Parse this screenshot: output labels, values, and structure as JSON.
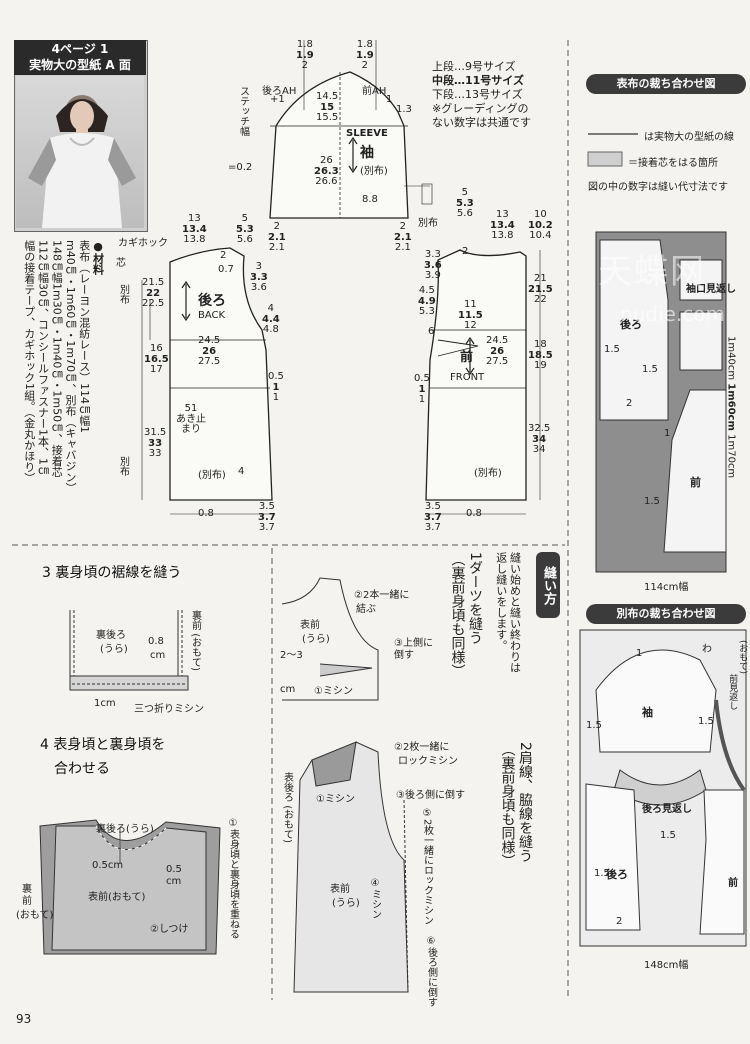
{
  "header": {
    "line1": "4ページ 1",
    "line2": "実物大の型紙 A 面"
  },
  "materials": {
    "heading": "●材料",
    "lines": [
      "表布（レーヨン混紡レース）114㎝幅1",
      "m40㎝・1m60㎝・1m70㎝、別布（キャバジン）",
      "148㎝幅1m30㎝・1m40㎝・1m50㎝、接着芯",
      "112㎝幅30㎝、コンシールファスナー1本、1㎝",
      "幅の接着テープ、カギホック1組。（金丸かほり）"
    ]
  },
  "size_legend": {
    "l1": "上段…9号サイズ",
    "l2": "中段…11号サイズ",
    "l3": "下段…13号サイズ",
    "l4": "※グレーディングの",
    "l5": "ない数字は共通です"
  },
  "sleeve": {
    "label": "SLEEVE",
    "jp": "袖",
    "cloth": "(別布)",
    "back_ah": "後ろAH",
    "front_ah": "前AH",
    "plus1": "+1",
    "stitch": "ステッチ幅",
    "stitch_val": "=0.2",
    "t1a": "1.8",
    "t1b": "1.9",
    "t1c": "2",
    "t2a": "1.8",
    "t2b": "1.9",
    "t2c": "2",
    "h1": "14.5",
    "h2": "15",
    "h3": "15.5",
    "w1": "26",
    "w2": "26.3",
    "w3": "26.6",
    "r13": "1.3",
    "c1": "1",
    "c88": "8.8",
    "ll1": "2",
    "ll2": "2.1",
    "ll3": "2.1",
    "rl1": "2",
    "rl2": "2.1",
    "rl3": "2.1"
  },
  "back": {
    "jp": "後ろ",
    "en": "BACK",
    "hook": "カギホック",
    "core": "芯",
    "bef": "別布",
    "top1": "13",
    "top2": "13.4",
    "top3": "13.8",
    "sh1": "5",
    "sh2": "5.3",
    "sh3": "5.6",
    "n07": "0.7",
    "n2": "2",
    "as1": "3",
    "as2": "3.3",
    "as3": "3.6",
    "a1": "21.5",
    "a2": "22",
    "a3": "22.5",
    "w1": "16",
    "w2": "16.5",
    "w3": "17",
    "bw1": "24.5",
    "bw2": "26",
    "bw3": "27.5",
    "s1": "4",
    "s2": "4.4",
    "s3": "4.8",
    "sd1": "0.5",
    "sd2": "1",
    "sd3": "1",
    "l1": "31.5",
    "l2": "33",
    "l3": "33",
    "open1": "51",
    "open2": "あき止",
    "open3": "まり",
    "bef2": "(別布)",
    "hem4": "4",
    "b08": "0.8",
    "b35": "3.5",
    "b37": "3.7",
    "b37b": "3.7",
    "bef3": "別布"
  },
  "front": {
    "jp": "前",
    "en": "FRONT",
    "bef": "(別布)",
    "bef2": "別布",
    "top1": "13",
    "top2": "13.4",
    "top3": "13.8",
    "sh1": "5",
    "sh2": "5.3",
    "sh3": "5.6",
    "c10a": "10",
    "c10b": "10.2",
    "c10c": "10.4",
    "n2": "2",
    "l33": "3.3",
    "l36": "3.6",
    "l39": "3.9",
    "l45": "4.5",
    "l49": "4.9",
    "l53": "5.3",
    "a1": "21",
    "a2": "21.5",
    "a3": "22",
    "d1": "11",
    "d2": "11.5",
    "d3": "12",
    "fw1": "24.5",
    "fw2": "26",
    "fw3": "27.5",
    "k6": "6",
    "s1": "18",
    "s2": "18.5",
    "s3": "19",
    "l1": "32.5",
    "l2": "34",
    "l3": "34",
    "r05": "0.5",
    "r1": "1",
    "r1b": "1",
    "b08": "0.8",
    "b35": "3.5",
    "b37": "3.7",
    "b37b": "3.7"
  },
  "layout1": {
    "title": "表布の裁ち合わせ図",
    "legend1": "は実物大の型紙の線",
    "legend2": "＝接着芯をはる箇所",
    "legend3": "図の中の数字は縫い代寸法です",
    "p_ushiro": "後ろ",
    "p_mae": "前",
    "p_eri": "袖口見返し",
    "len1": "1m40cm",
    "len2": "1m60cm",
    "len3": "1m70cm",
    "width": "114cm幅",
    "n15": "1.5",
    "n1": "1",
    "n2": "2"
  },
  "layout2": {
    "title": "別布の裁ち合わせ図",
    "p_sode": "袖",
    "p_ushiro": "後ろ",
    "p_mae": "前",
    "p_ushiro_mikaeshi": "後ろ見返し",
    "p_mae_mikaeshi": "前見返し",
    "omote": "(おもて)",
    "wa": "わ",
    "width": "148cm幅",
    "n15": "1.5",
    "n1": "1",
    "n2": "2"
  },
  "sewing": {
    "heading": "縫い方",
    "note": "縫い始めと縫い終わりは返し縫いをします。",
    "step1": "1ダーツを縫う",
    "step1b": "（裏前身頃も同様）",
    "step2": "2肩線、脇線を縫う",
    "step2b": "（裏前身頃も同様）",
    "step3": "3 裏身頃の裾線を縫う",
    "step4a": "4 表身頃と裏身頃を",
    "step4b": "合わせる",
    "s1_front": "表前",
    "s1_ura": "(うら)",
    "s1_n1": "②2本一緒に",
    "s1_n1b": "結ぶ",
    "s1_n2": "③上側に",
    "s1_n2b": "倒す",
    "s1_n3": "①ミシン",
    "s1_n4": "2～3",
    "s1_n4b": "cm",
    "s2_n1": "②2枚一緒に",
    "s2_n1b": "ロックミシン",
    "s2_n2": "③後ろ側に倒す",
    "s2_n3": "①ミシン",
    "s2_n4": "⑤2枚一緒にロックミシン",
    "s2_n5": "④ミシン",
    "s2_n6": "⑥後ろ側に倒す",
    "s2_back": "表後ろ",
    "s2_back2": "(おもて)",
    "s2_front": "表前",
    "s2_front2": "(うら)",
    "s3_back": "裏後ろ",
    "s3_back2": "(うら)",
    "s3_front": "裏前",
    "s3_front2": "(おもて)",
    "s3_n1": "0.8",
    "s3_n1b": "cm",
    "s3_n2": "1cm",
    "s3_n3": "三つ折りミシン",
    "s4_back": "裏後ろ(うら)",
    "s4_ura": "裏",
    "s4_ura2": "前",
    "s4_ura3": "(おもて)",
    "s4_front": "表前(おもて)",
    "s4_n05": "0.5cm",
    "s4_n05b": "0.5",
    "s4_n05c": "cm",
    "s4_n2": "②しつけ",
    "s4_n1": "①表身頃と裏身頃を重ねる"
  },
  "watermark": "天蝶网",
  "watermark2": "nudie.com",
  "page_number": "93"
}
